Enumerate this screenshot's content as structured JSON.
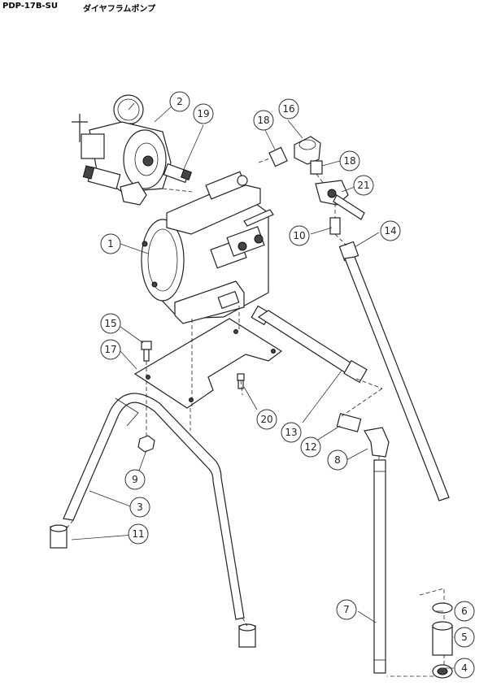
{
  "header": {
    "model": "PDP-17B-SU",
    "product_name": "ダイヤフラムポンプ"
  },
  "callouts": [
    {
      "id": "c1",
      "label": "1"
    },
    {
      "id": "c2",
      "label": "2"
    },
    {
      "id": "c3",
      "label": "3"
    },
    {
      "id": "c4",
      "label": "4"
    },
    {
      "id": "c5",
      "label": "5"
    },
    {
      "id": "c6",
      "label": "6"
    },
    {
      "id": "c7",
      "label": "7"
    },
    {
      "id": "c8",
      "label": "8"
    },
    {
      "id": "c9",
      "label": "9"
    },
    {
      "id": "c10",
      "label": "10"
    },
    {
      "id": "c11",
      "label": "11"
    },
    {
      "id": "c12",
      "label": "12"
    },
    {
      "id": "c13",
      "label": "13"
    },
    {
      "id": "c14",
      "label": "14"
    },
    {
      "id": "c15",
      "label": "15"
    },
    {
      "id": "c16",
      "label": "16"
    },
    {
      "id": "c17",
      "label": "17"
    },
    {
      "id": "c18a",
      "label": "18"
    },
    {
      "id": "c18b",
      "label": "18"
    },
    {
      "id": "c19",
      "label": "19"
    },
    {
      "id": "c20",
      "label": "20"
    },
    {
      "id": "c21",
      "label": "21"
    }
  ]
}
